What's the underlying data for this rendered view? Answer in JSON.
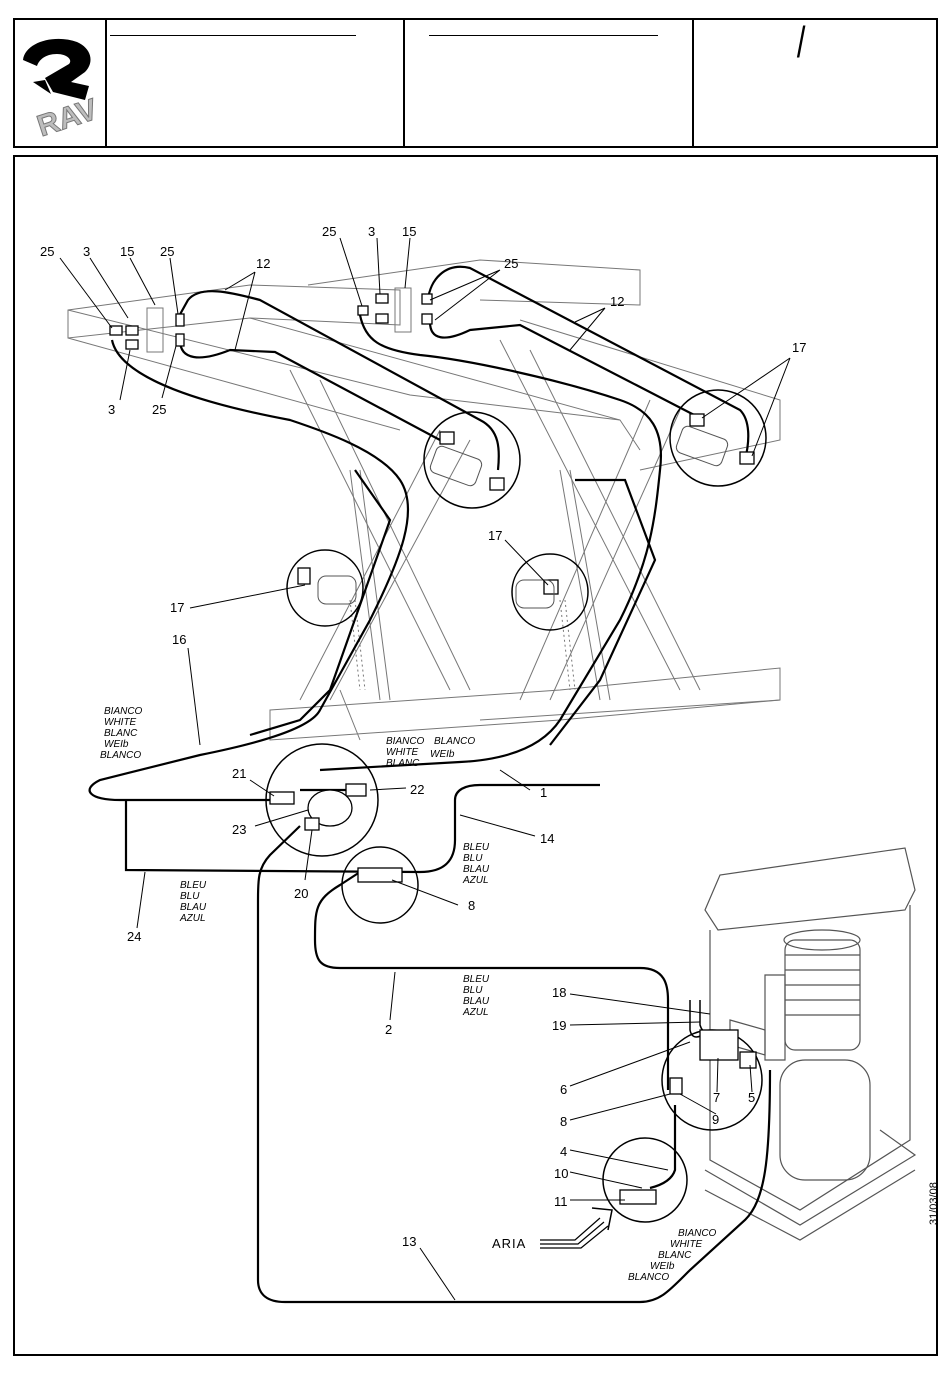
{
  "header": {
    "slash": "/",
    "logo_text": "RAV"
  },
  "footer": {
    "date_code": "31/03/08"
  },
  "colors": {
    "line": "#000000",
    "frame": "#000000",
    "drawing": "#555555"
  },
  "callouts": {
    "c25a": "25",
    "c3a": "3",
    "c15a": "15",
    "c25b": "25",
    "c12a": "12",
    "c3b": "3",
    "c25c": "25",
    "c25d": "25",
    "c3c": "3",
    "c15b": "15",
    "c25e": "25",
    "c12b": "12",
    "c17a": "17",
    "c17b": "17",
    "c17c": "17",
    "c16": "16",
    "c21": "21",
    "c22": "22",
    "c23": "23",
    "c20": "20",
    "c1": "1",
    "c14": "14",
    "c8a": "8",
    "c24": "24",
    "c2": "2",
    "c18": "18",
    "c19": "19",
    "c6": "6",
    "c7": "7",
    "c5": "5",
    "c8b": "8",
    "c9": "9",
    "c4": "4",
    "c10": "10",
    "c11": "11",
    "c13": "13"
  },
  "colour_notes": {
    "white_left": [
      "BIANCO",
      "WHITE",
      "BLANC",
      "WEIb",
      "BLANCO"
    ],
    "white_mid": [
      "BIANCO",
      "BLANCO",
      "WHITE",
      "WEIb",
      "BLANC"
    ],
    "blue_mid": [
      "BLEU",
      "BLU",
      "BLAU",
      "AZUL"
    ],
    "blue_left": [
      "BLEU",
      "BLU",
      "BLAU",
      "AZUL"
    ],
    "blue_low": [
      "BLEU",
      "BLU",
      "BLAU",
      "AZUL"
    ],
    "white_low": [
      "BIANCO",
      "WHITE",
      "BLANC",
      "WEIb",
      "BLANCO"
    ]
  },
  "aria_label": "ARIA"
}
